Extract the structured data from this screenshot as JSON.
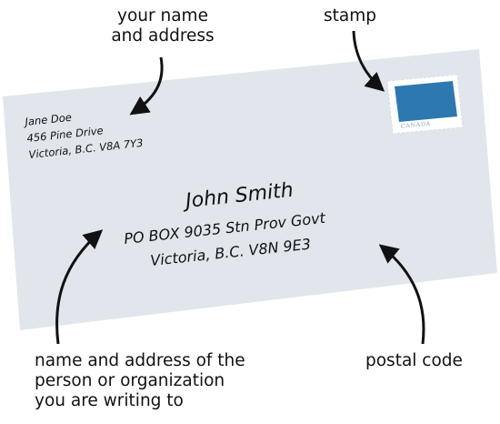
{
  "callouts": {
    "your_name_address": [
      "your name",
      "and address"
    ],
    "stamp": "stamp",
    "recipient": [
      "name and address of the",
      "person or organization",
      "you are writing to"
    ],
    "postal_code": "postal code"
  },
  "envelope": {
    "return_address": [
      "Jane Doe",
      "456 Pine Drive",
      "Victoria, B.C.  V8A 7Y3"
    ],
    "recipient_address": [
      "John Smith",
      "PO BOX 9035 Stn Prov Govt",
      "Victoria, B.C.   V8N 9E3"
    ],
    "stamp_country": "CANADA"
  },
  "colors": {
    "envelope": "#e1e6ec",
    "stamp_face": "#2e78b0",
    "stamp_border": "#ffffff",
    "ink": "#111111"
  }
}
